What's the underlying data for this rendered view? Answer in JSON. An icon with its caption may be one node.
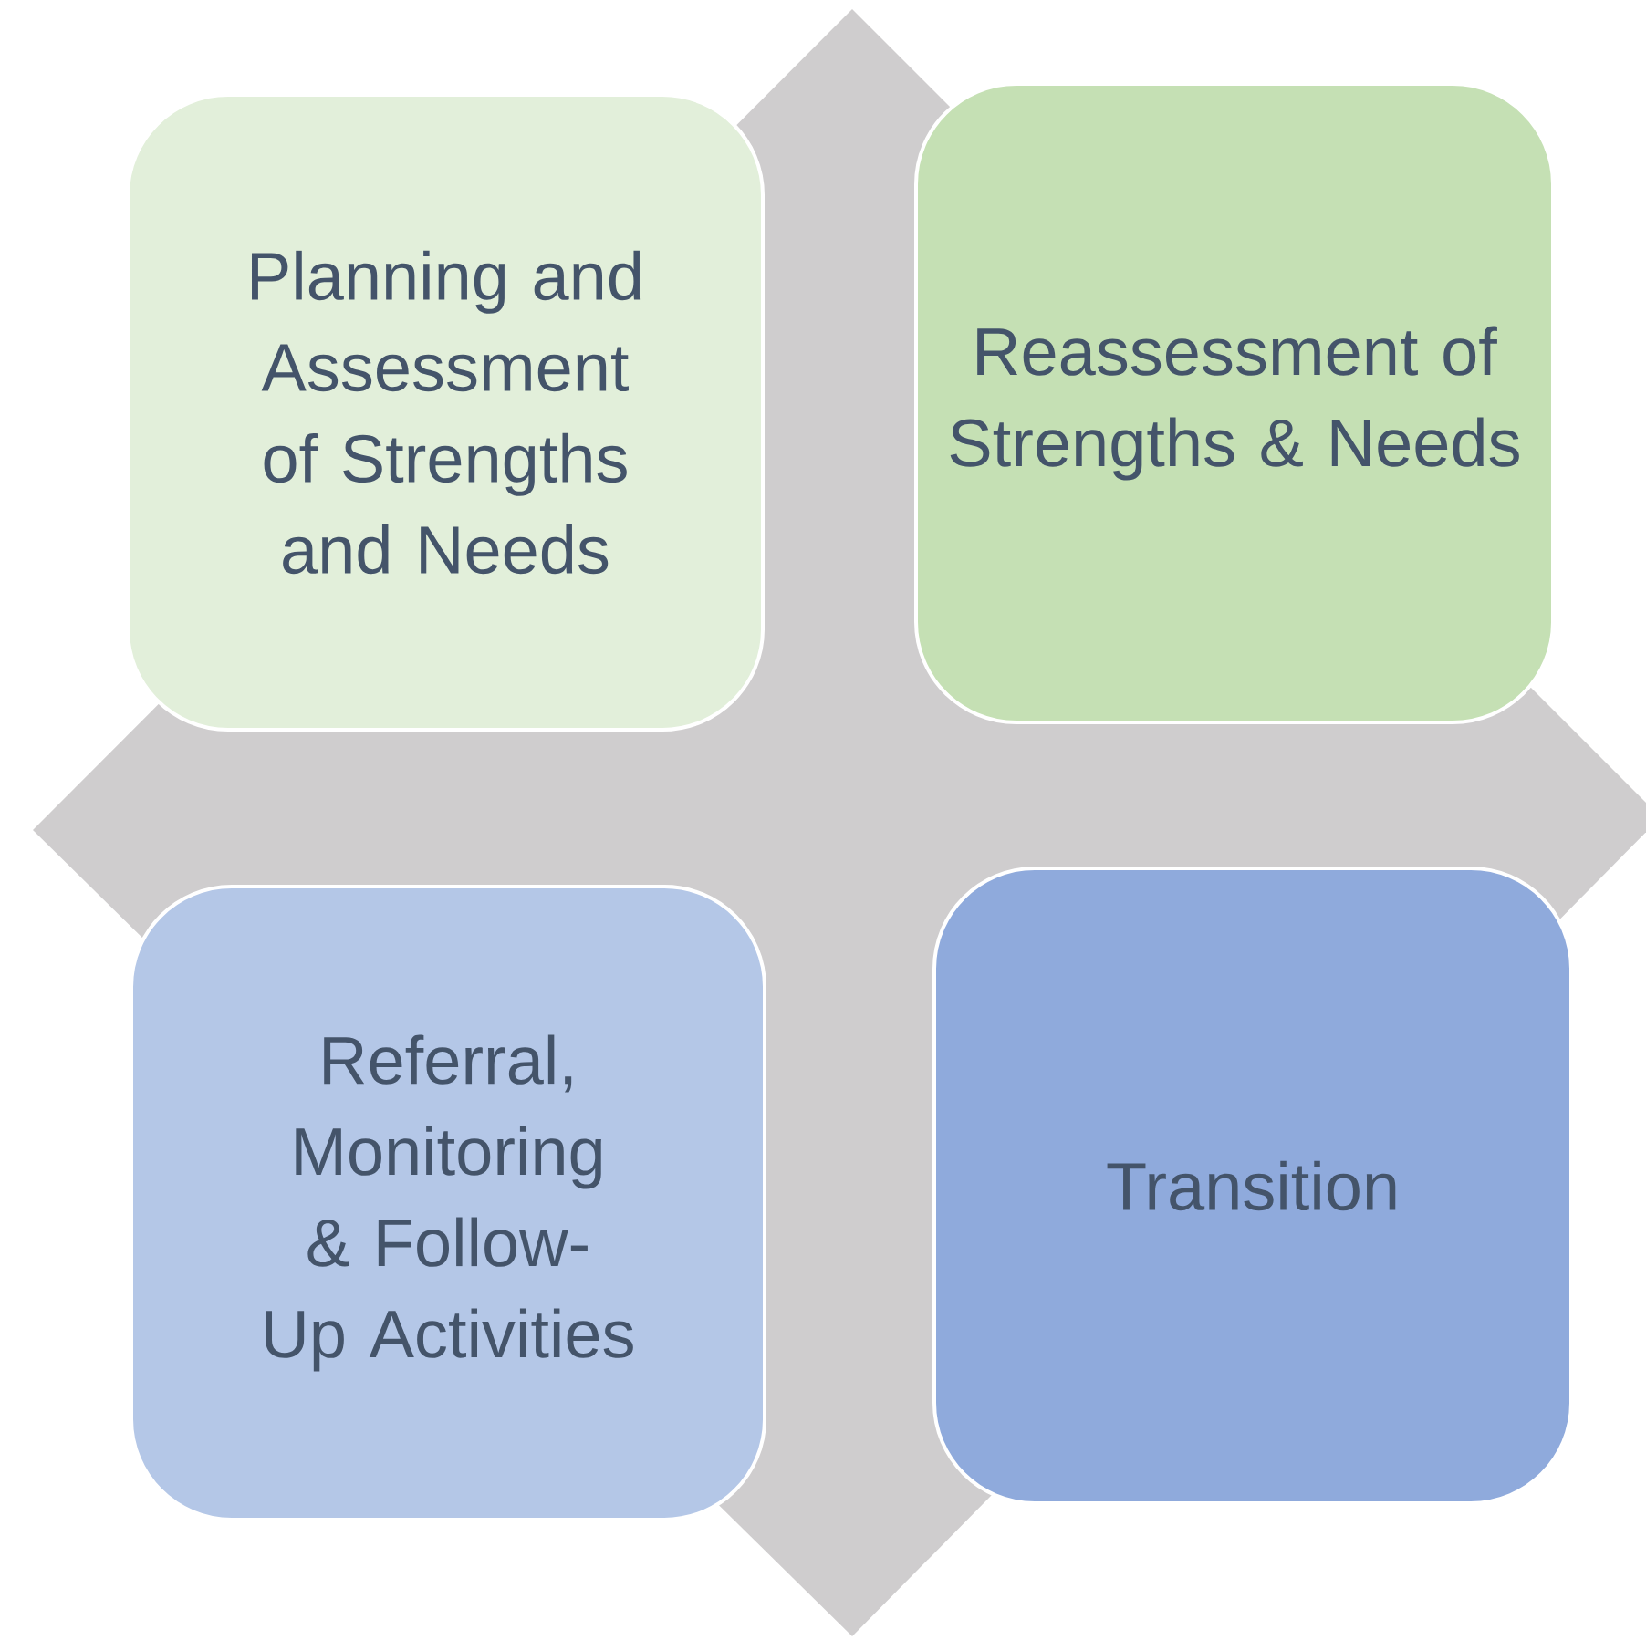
{
  "diagram": {
    "nodes": [
      {
        "text": [
          "Planning and Assessment of Strengths and Needs"
        ]
      },
      {
        "text": [
          "Reassessment of Strengths & Needs"
        ]
      },
      {
        "text": [
          "Referral, Monitoring & Follow-Up Activities"
        ]
      },
      {
        "text": [
          "Transition"
        ]
      }
    ]
  }
}
